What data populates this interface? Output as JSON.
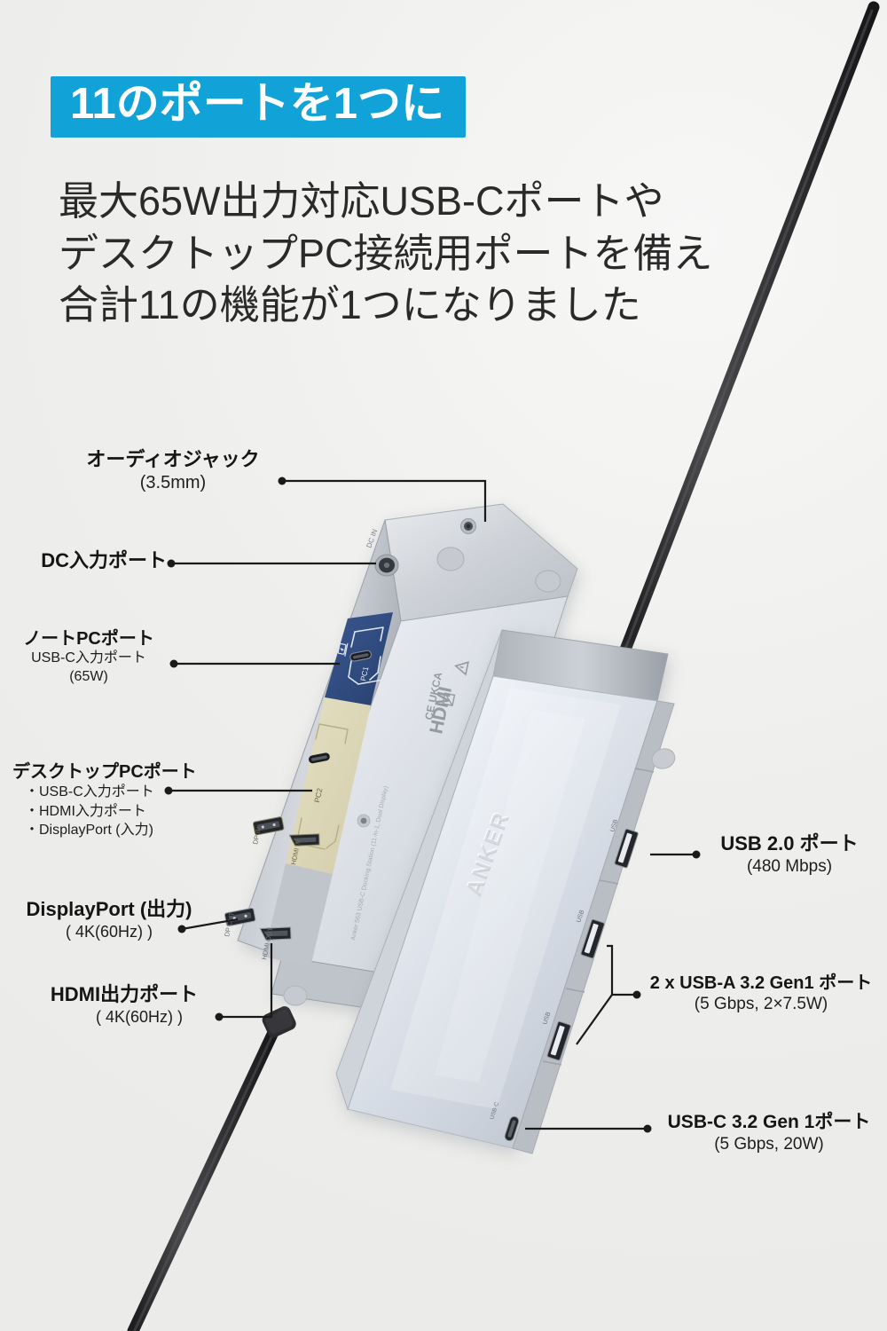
{
  "header": {
    "badge_title": "11のポートを1つに",
    "badge_color": "#11a3d8",
    "body_lines": [
      "最大65W出力対応USB-Cポートや",
      "デスクトップPC接続用ポートを備え",
      "合計11の機能が1つになりました"
    ]
  },
  "product": {
    "brand": "ANKER",
    "panel_pc1_label": "PC1",
    "panel_pc2_label": "PC2",
    "dc_in_label": "DC IN",
    "port_marks": {
      "dp_in": "DP IN",
      "hdmi_in": "HDMI IN",
      "dp_out": "DP OUT",
      "hdmi_out": "HDMI OUT",
      "usb": "USB"
    },
    "cert_marks": "CE UKCA HDMI",
    "body_color": "#c9ccd1",
    "panel_navy_color": "#2e4a7d",
    "panel_cream_color": "#ddd8b8",
    "cable_color": "#2b2b2d"
  },
  "callouts_left": [
    {
      "id": "audio-jack",
      "title": "オーディオジャック",
      "sub": "(3.5mm)",
      "bullets": []
    },
    {
      "id": "dc-in-port",
      "title": "DC入力ポート",
      "sub": "",
      "bullets": []
    },
    {
      "id": "laptop-pc-port",
      "title": "ノートPCポート",
      "sub": "USB-C入力ポート",
      "sub2": "(65W)",
      "bullets": []
    },
    {
      "id": "desktop-pc-port",
      "title": "デスクトップPCポート",
      "sub": "",
      "bullets": [
        "・USB-C入力ポート",
        "・HDMI入力ポート",
        "・DisplayPort (入力)"
      ]
    },
    {
      "id": "displayport-out",
      "title": "DisplayPort (出力)",
      "sub": "( 4K(60Hz) )",
      "bullets": []
    },
    {
      "id": "hdmi-out-port",
      "title": "HDMI出力ポート",
      "sub": "( 4K(60Hz) )",
      "bullets": []
    }
  ],
  "callouts_right": [
    {
      "id": "usb-2-0-port",
      "title": "USB 2.0 ポート",
      "sub": "(480 Mbps)"
    },
    {
      "id": "usb-a-3-2-gen1-ports",
      "title": "2 x USB-A 3.2 Gen1 ポート",
      "sub": "(5 Gbps, 2×7.5W)"
    },
    {
      "id": "usb-c-3-2-gen1-port",
      "title": "USB-C 3.2 Gen 1ポート",
      "sub": "(5 Gbps, 20W)"
    }
  ]
}
